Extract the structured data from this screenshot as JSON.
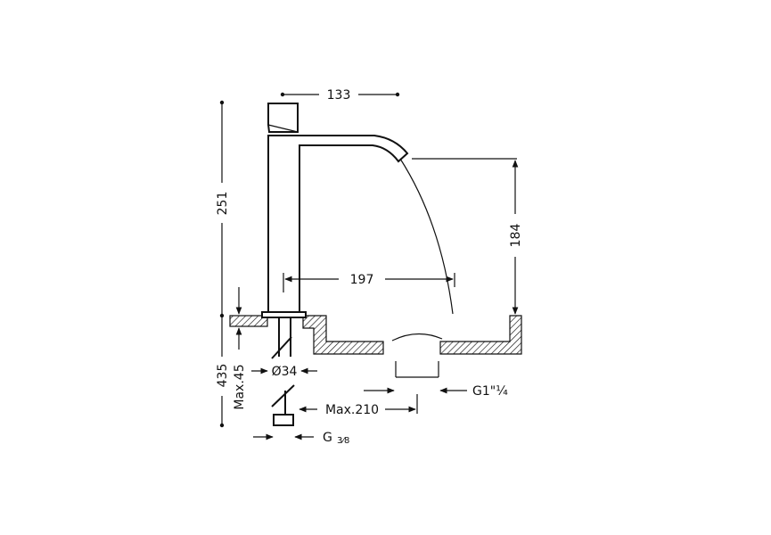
{
  "dimensions": {
    "spout_reach": "133",
    "total_height": "251",
    "spout_height": "184",
    "spout_projection": "197",
    "overall_height": "435",
    "max_deck_thickness": "Max.45",
    "hole_diameter": "Ø34",
    "max_hose_length": "Max.210",
    "waste_thread": "G1\"¼",
    "supply_thread_main": "G",
    "supply_thread_fraction": "3⁄8"
  },
  "colors": {
    "line": "#111111",
    "background": "#ffffff"
  }
}
